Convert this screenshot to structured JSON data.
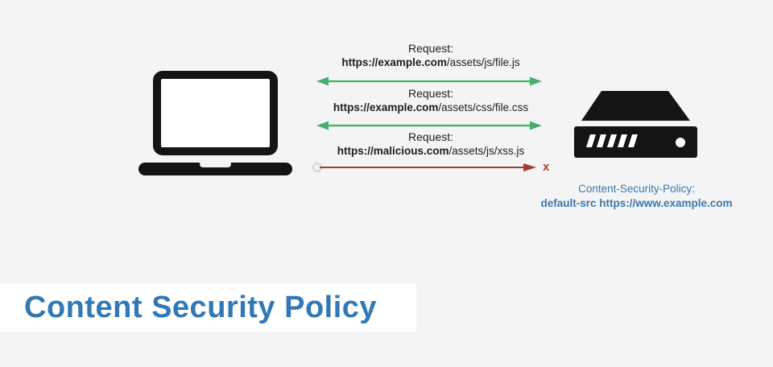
{
  "colors": {
    "background": "#f4f4f5",
    "panel_white": "#ffffff",
    "title_blue": "#3178b7",
    "csp_blue": "#3c78ad",
    "allowed_green": "#45b06d",
    "blocked_red": "#a93c32",
    "icon_black": "#141414",
    "text_dark": "#1d1d1f"
  },
  "diagram": {
    "requests": [
      {
        "label": "Request:",
        "url_bold": "https://example.com",
        "url_rest": "/assets/js/file.js",
        "status": "allowed"
      },
      {
        "label": "Request:",
        "url_bold": "https://example.com",
        "url_rest": "/assets/css/file.css",
        "status": "allowed"
      },
      {
        "label": "Request:",
        "url_bold": "https://malicious.com",
        "url_rest": "/assets/js/xss.js",
        "status": "blocked",
        "blocked_mark": "x"
      }
    ],
    "policy": {
      "header_label": "Content-Security-Policy:",
      "directive": "default-src https://www.example.com"
    }
  },
  "title_banner": {
    "text": "Content Security Policy"
  }
}
